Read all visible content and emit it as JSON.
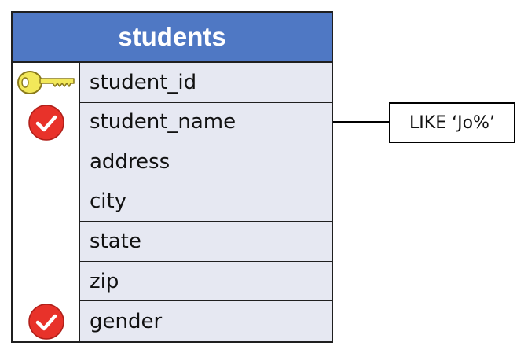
{
  "table": {
    "title": "students",
    "header_color": "#4f78c4",
    "row_color": "#e6e8f2",
    "columns": [
      {
        "name": "student_id",
        "icon": "key-icon"
      },
      {
        "name": "student_name",
        "icon": "check-icon"
      },
      {
        "name": "address",
        "icon": ""
      },
      {
        "name": "city",
        "icon": ""
      },
      {
        "name": "state",
        "icon": ""
      },
      {
        "name": "zip",
        "icon": ""
      },
      {
        "name": "gender",
        "icon": "check-icon"
      }
    ]
  },
  "filter": {
    "column": "student_name",
    "condition": "LIKE ‘Jo%’"
  },
  "colors": {
    "key": "#f2e85a",
    "check": "#e8322a"
  }
}
